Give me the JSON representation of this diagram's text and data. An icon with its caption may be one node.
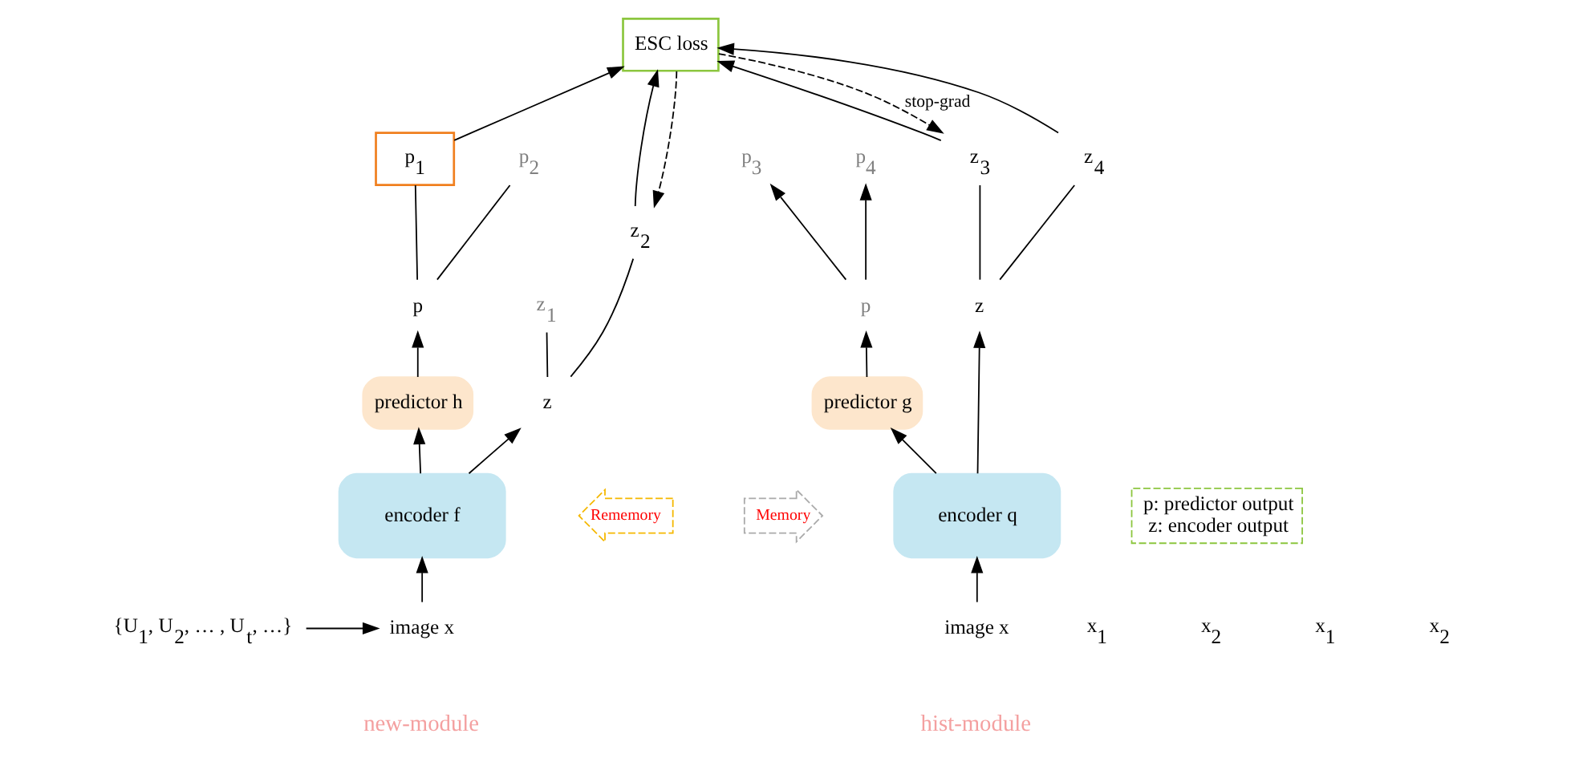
{
  "diagram": {
    "nodes": [
      {
        "text": [
          "ESC loss"
        ]
      },
      {
        "text": [
          "p$_{1}$"
        ]
      },
      {
        "text": [
          "p$_{2}$"
        ]
      },
      {
        "text": [
          "p"
        ]
      },
      {
        "text": [
          "predictor h"
        ]
      },
      {
        "text": [
          "z"
        ]
      },
      {
        "text": [
          "z$_{1}$"
        ]
      },
      {
        "text": [
          "z$_{2}$"
        ]
      },
      {
        "text": [
          "p$_{3}$"
        ]
      },
      {
        "text": [
          "p$_{4}$"
        ]
      },
      {
        "text": [
          "p"
        ]
      },
      {
        "text": [
          "predictor g"
        ]
      },
      {
        "text": [
          "z"
        ]
      },
      {
        "text": [
          "z$_{3}$"
        ]
      },
      {
        "text": [
          "z$_{4}$"
        ]
      },
      {
        "text": [
          "encoder f"
        ]
      },
      {
        "text": [
          "Rememory"
        ]
      },
      {
        "text": [
          "Memory"
        ]
      },
      {
        "text": [
          "encoder q"
        ]
      },
      {
        "text": [
          "image x"
        ]
      },
      {
        "text": [
          "{U$_{1}$, U$_{2}$, … , U$_{t}$, …}"
        ]
      },
      {
        "text": [
          "image x"
        ]
      },
      {
        "text": [
          "p: predictor output",
          "z: encoder output"
        ]
      }
    ],
    "edges": [
      {
        "from": 1,
        "to": 0,
        "arrow": "to"
      },
      {
        "from": 3,
        "to": 1,
        "arrow": "none"
      },
      {
        "from": 3,
        "to": 2,
        "arrow": "none"
      },
      {
        "from": 4,
        "to": 3,
        "arrow": "to"
      },
      {
        "from": 15,
        "to": 4,
        "arrow": "to"
      },
      {
        "from": 15,
        "to": 5,
        "arrow": "to"
      },
      {
        "from": 5,
        "to": 6,
        "arrow": "none"
      },
      {
        "from": 5,
        "to": 7,
        "arrow": "none"
      },
      {
        "from": 7,
        "to": 0,
        "arrow": "to"
      },
      {
        "from": 0,
        "to": 7,
        "arrow": "to",
        "style": "dashed"
      },
      {
        "from": 10,
        "to": 8,
        "arrow": "to"
      },
      {
        "from": 10,
        "to": 9,
        "arrow": "to"
      },
      {
        "from": 11,
        "to": 10,
        "arrow": "to"
      },
      {
        "from": 18,
        "to": 11,
        "arrow": "to"
      },
      {
        "from": 18,
        "to": 12,
        "arrow": "to"
      },
      {
        "from": 12,
        "to": 13,
        "arrow": "none"
      },
      {
        "from": 12,
        "to": 14,
        "arrow": "none"
      },
      {
        "from": 13,
        "to": 0,
        "arrow": "to"
      },
      {
        "from": 14,
        "to": 0,
        "arrow": "to"
      },
      {
        "from": 0,
        "to": 13,
        "arrow": "to",
        "style": "dashed",
        "label": "stop-grad"
      },
      {
        "from": 19,
        "to": 15,
        "arrow": "to"
      },
      {
        "from": 20,
        "to": 19,
        "arrow": "to"
      },
      {
        "from": 21,
        "to": 18,
        "arrow": "to"
      }
    ],
    "labels": [
      "x$_{1}$",
      "x$_{2}$",
      "x$_{1}$",
      "x$_{2}$",
      "new-module",
      "hist-module"
    ]
  }
}
